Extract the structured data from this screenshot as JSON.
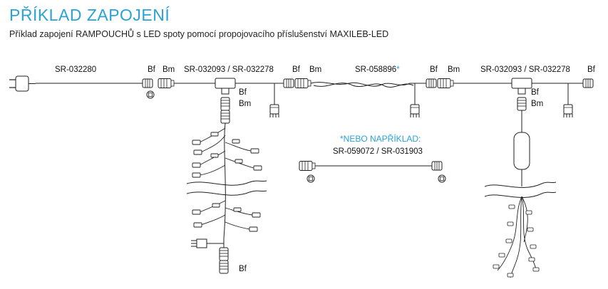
{
  "header": {
    "title": "PŘÍKLAD ZAPOJENÍ",
    "subtitle": "Příklad zapojení RAMPOUCHŮ s LED spoty pomocí propojovacího příslušenství MAXILEB-LED"
  },
  "parts": {
    "p1": "SR-032280",
    "p2": "SR-032093 / SR-032278",
    "p3": "SR-058896",
    "p3_star": "*",
    "p4": "SR-032093 / SR-032278",
    "alt_title": "*NEBO NAPŘÍKLAD:",
    "alt_part": "SR-059072 / SR-031903"
  },
  "connectors": {
    "bf": "Bf",
    "bm": "Bm"
  },
  "colors": {
    "accent": "#29a3d6"
  }
}
